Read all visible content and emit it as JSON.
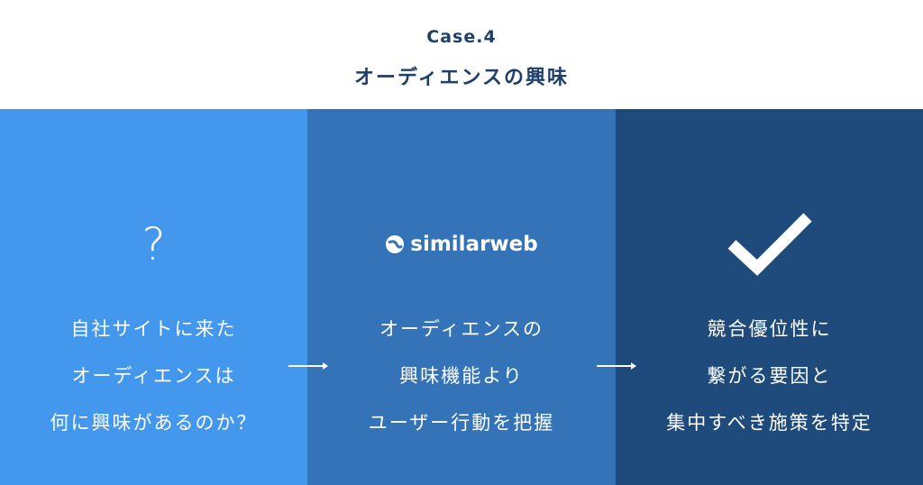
{
  "header": {
    "case": "Case.4",
    "title": "オーディエンスの興味"
  },
  "columns": [
    {
      "icon": "question-mark-icon",
      "glyph": "?",
      "lines": [
        "自社サイトに来た",
        "オーディエンスは",
        "何に興味があるのか？"
      ],
      "color": "#4398ee"
    },
    {
      "icon": "similarweb-logo",
      "logo_text": "similarweb",
      "lines": [
        "オーディエンスの",
        "興味機能より",
        "ユーザー行動を把握"
      ],
      "color": "#3573b8"
    },
    {
      "icon": "checkmark-icon",
      "lines": [
        "競合優位性に",
        "繋がる要因と",
        "集中すべき施策を特定"
      ],
      "color": "#1f4a7c"
    }
  ]
}
